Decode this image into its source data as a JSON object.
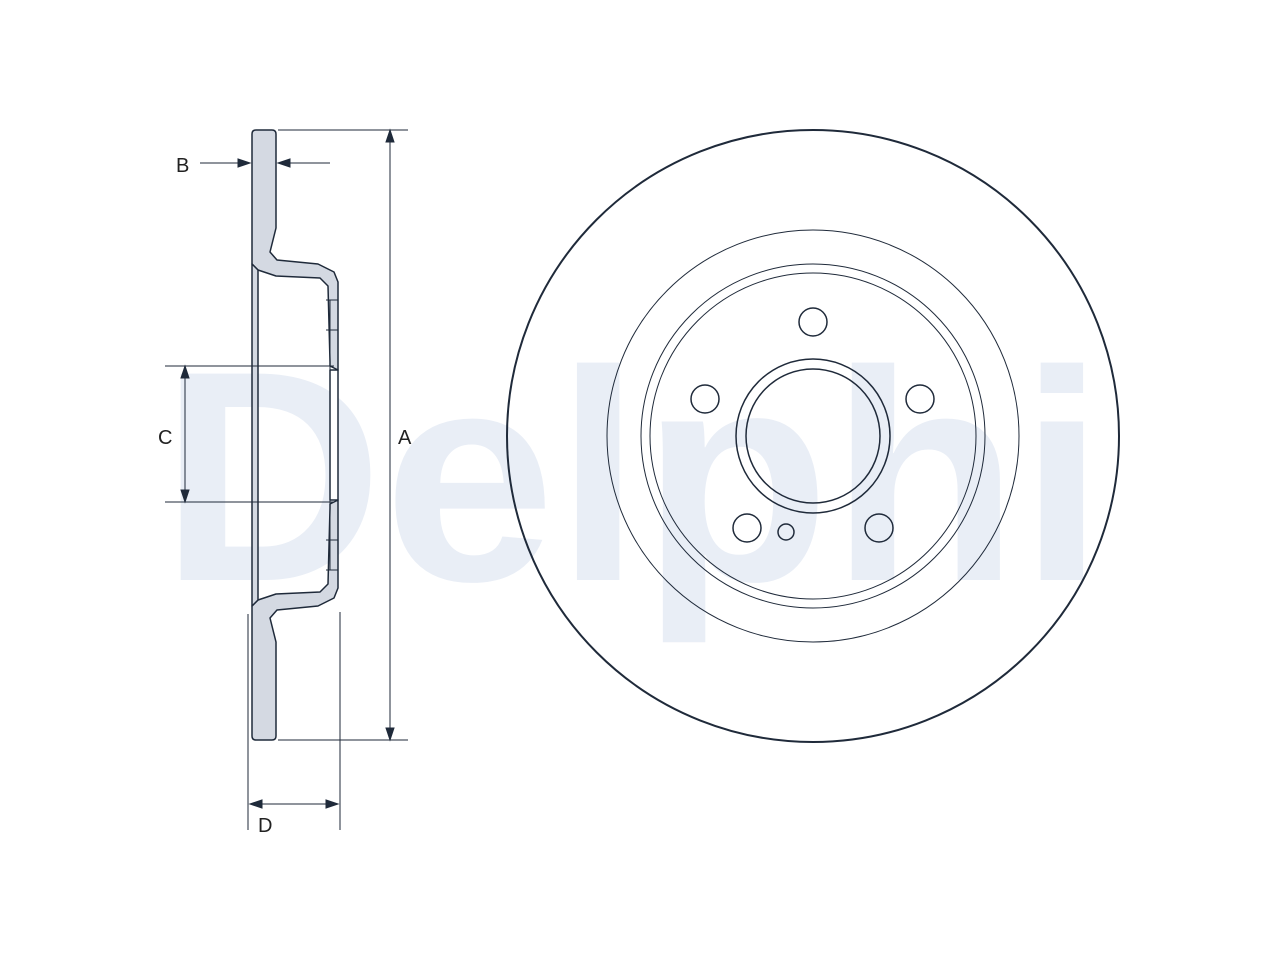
{
  "watermark": {
    "text": "Delphi",
    "color": "#e9eef6"
  },
  "dimensions": {
    "a": "A",
    "b": "B",
    "c": "C",
    "d": "D"
  },
  "colors": {
    "line": "#1f2a3a",
    "fill": "#d4d9e2",
    "background": "#ffffff"
  }
}
